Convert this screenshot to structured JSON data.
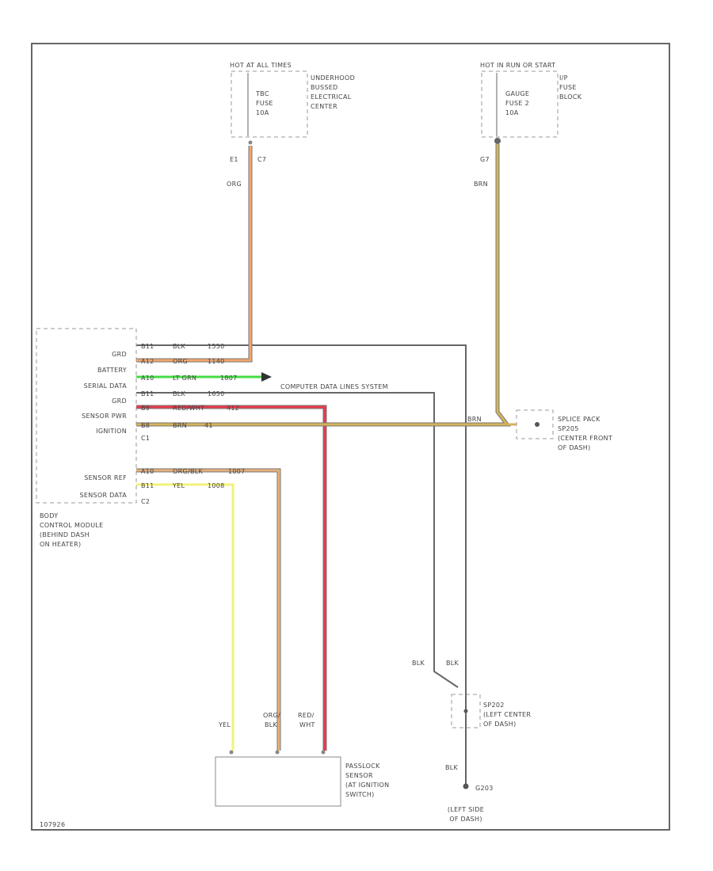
{
  "fuse_left": {
    "header": "HOT AT ALL TIMES",
    "fuse_lines": [
      "TBC",
      "FUSE",
      "10A"
    ],
    "location_lines": [
      "UNDERHOOD",
      "BUSSED",
      "ELECTRICAL",
      "CENTER"
    ],
    "pin_e": "E1",
    "pin_c": "C7",
    "wire": "ORG"
  },
  "fuse_right": {
    "header": "HOT IN RUN OR START",
    "fuse_lines": [
      "GAUGE",
      "FUSE 2",
      "10A"
    ],
    "location_lines": [
      "I/P",
      "FUSE",
      "BLOCK"
    ],
    "pin": "G7",
    "wire": "BRN"
  },
  "bcm": {
    "pin_labels": [
      "GRD",
      "BATTERY",
      "SERIAL DATA",
      "GRD",
      "SENSOR PWR",
      "IGNITION",
      "SENSOR REF",
      "SENSOR DATA"
    ],
    "rows": [
      {
        "pin": "B11",
        "color": "BLK",
        "circuit": "1550"
      },
      {
        "pin": "A12",
        "color": "ORG",
        "circuit": "1140"
      },
      {
        "pin": "A10",
        "color": "LT GRN",
        "circuit": "1807"
      },
      {
        "pin": "B11",
        "color": "BLK",
        "circuit": "1650"
      },
      {
        "pin": "B9",
        "color": "RED/WHT",
        "circuit": "412"
      },
      {
        "pin": "B8",
        "color": "BRN",
        "circuit": "41"
      },
      {
        "pin": "A10",
        "color": "ORG/BLK",
        "circuit": "1007"
      },
      {
        "pin": "B11",
        "color": "YEL",
        "circuit": "1008"
      }
    ],
    "connector_c1": "C1",
    "connector_c2": "C2",
    "description_lines": [
      "BODY",
      "CONTROL MODULE",
      "(BEHIND DASH",
      "ON HEATER)"
    ]
  },
  "computer_data_label": "COMPUTER DATA LINES SYSTEM",
  "splice_pack": {
    "wire": "BRN",
    "lines": [
      "SPLICE PACK",
      "SP205",
      "(CENTER FRONT",
      "OF DASH)"
    ]
  },
  "splice_ground": {
    "wire_left": "BLK",
    "wire_right": "BLK",
    "lines": [
      "SP202",
      "(LEFT CENTER",
      "OF DASH)"
    ],
    "wire_bottom": "BLK",
    "ground_id": "G203",
    "ground_lines": [
      "(LEFT SIDE",
      "OF DASH)"
    ]
  },
  "passlock": {
    "wire_yel": "YEL",
    "wire_org_lines": [
      "ORG/",
      "BLK"
    ],
    "wire_red_lines": [
      "RED/",
      "WHT"
    ],
    "lines": [
      "PASSLOCK",
      "SENSOR",
      "(AT IGNITION",
      "SWITCH)"
    ]
  },
  "figure_id": "107926",
  "colors": {
    "orange": "#f5a66a",
    "brown": "#d6b35a",
    "green": "#44dd44",
    "red": "#e83a4a",
    "yellow": "#f2f27a",
    "orgblk": "#e8b07a",
    "gray": "#777777"
  }
}
